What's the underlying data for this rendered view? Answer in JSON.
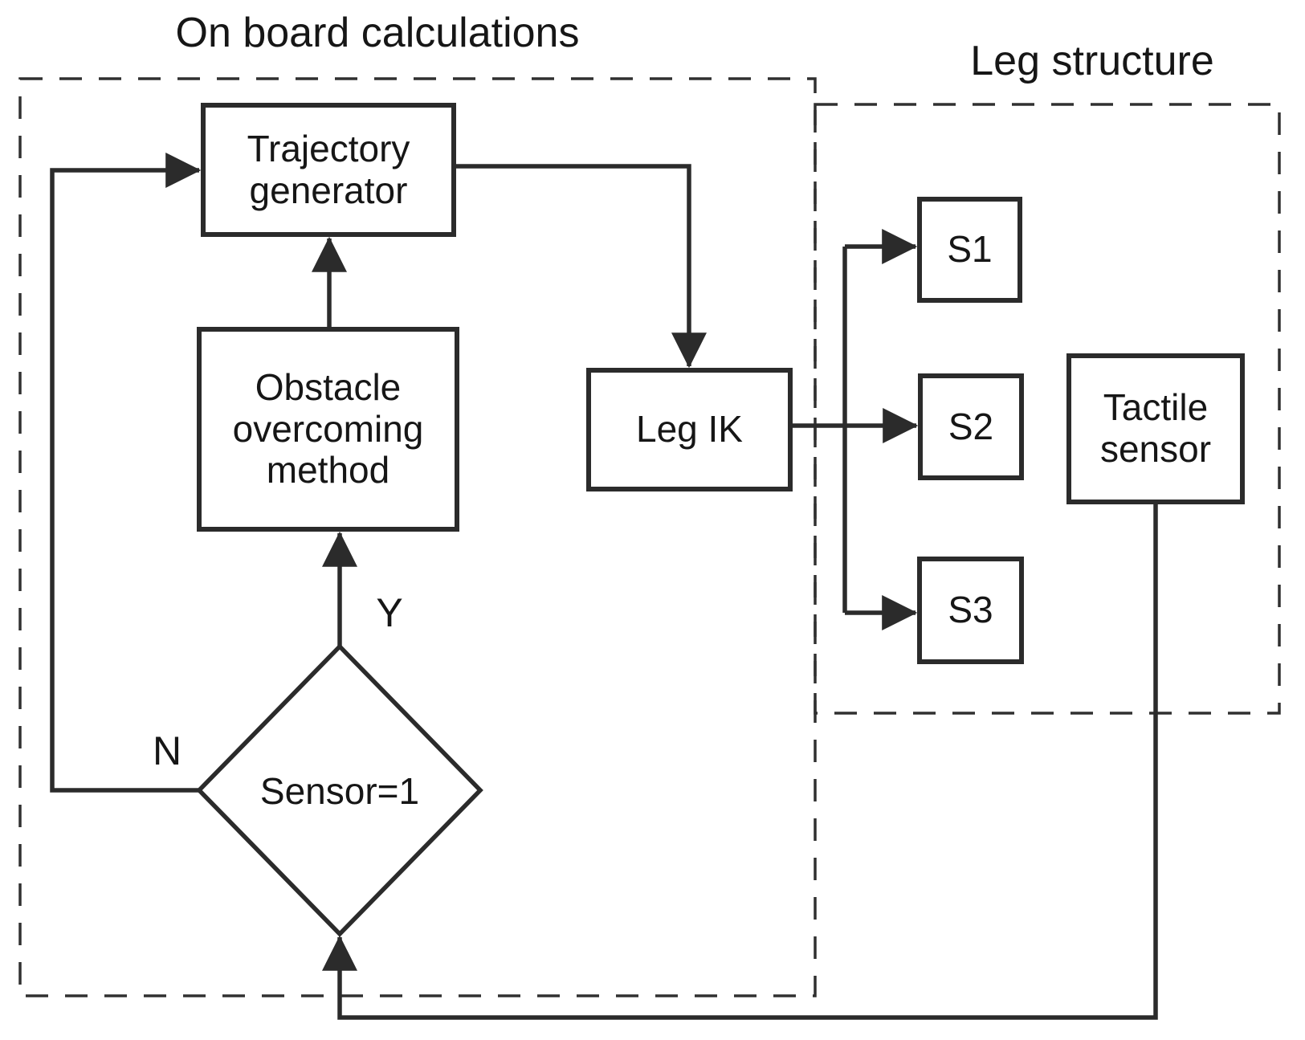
{
  "diagram": {
    "containers": {
      "onboard": {
        "title": "On board calculations"
      },
      "leg": {
        "title": "Leg structure"
      }
    },
    "nodes": {
      "trajectory": "Trajectory generator",
      "obstacle": "Obstacle overcoming method",
      "leg_ik": "Leg IK",
      "s1": "S1",
      "s2": "S2",
      "s3": "S3",
      "tactile": "Tactile sensor",
      "decision": "Sensor=1"
    },
    "edge_labels": {
      "yes": "Y",
      "no": "N"
    },
    "colors": {
      "line": "#2b2b2b",
      "dash": "#303030",
      "text": "#161616",
      "background": "#ffffff"
    }
  }
}
